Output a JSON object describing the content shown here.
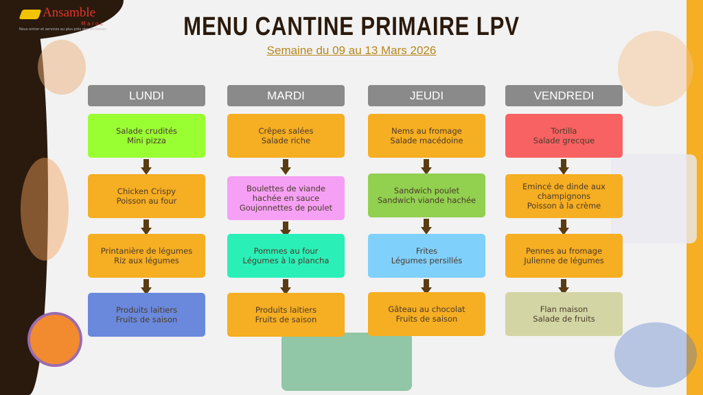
{
  "logo": {
    "name": "Ansamble",
    "sub": "Maroc",
    "tagline": "Nous entrer et services au plus près des territoires"
  },
  "header": {
    "title": "MENU CANTINE PRIMAIRE LPV",
    "subtitle": "Semaine du 09 au 13 Mars 2026"
  },
  "days": [
    {
      "label": "LUNDI",
      "meals": [
        {
          "lines": [
            "Salade  crudités",
            "Mini pizza"
          ],
          "color": "#99ff33"
        },
        {
          "lines": [
            "Chicken Crispy",
            "Poisson au four"
          ],
          "color": "#f6ae22"
        },
        {
          "lines": [
            "Printanière de légumes",
            "Riz aux légumes"
          ],
          "color": "#f6ae22"
        },
        {
          "lines": [
            "Produits laitiers",
            "Fruits de saison"
          ],
          "color": "#6a89dd"
        }
      ]
    },
    {
      "label": "MARDI",
      "meals": [
        {
          "lines": [
            "Crêpes salées",
            "Salade riche"
          ],
          "color": "#f6ae22"
        },
        {
          "lines": [
            "Boulettes de viande",
            "hachée en sauce",
            "Goujonnettes de poulet"
          ],
          "color": "#f5a0f5"
        },
        {
          "lines": [
            "Pommes au four",
            "Légumes à la plancha"
          ],
          "color": "#2af0b8"
        },
        {
          "lines": [
            "Produits laitiers",
            "Fruits de saison"
          ],
          "color": "#f6ae22"
        }
      ]
    },
    {
      "label": "JEUDI",
      "meals": [
        {
          "lines": [
            "Nems au fromage",
            "Salade macédoine"
          ],
          "color": "#f6ae22"
        },
        {
          "lines": [
            "Sandwich poulet",
            "Sandwich viande hachée"
          ],
          "color": "#92d050"
        },
        {
          "lines": [
            "Frites",
            "Légumes persillés"
          ],
          "color": "#80d0fc"
        },
        {
          "lines": [
            "Gâteau au chocolat",
            "Fruits de saison"
          ],
          "color": "#f6ae22"
        }
      ]
    },
    {
      "label": "VENDREDI",
      "meals": [
        {
          "lines": [
            "Tortilla",
            "Salade grecque"
          ],
          "color": "#f96262"
        },
        {
          "lines": [
            "Emincé de dinde aux",
            "champignons",
            "Poisson à la crème"
          ],
          "color": "#f6ae22"
        },
        {
          "lines": [
            "Pennes au fromage",
            "Julienne de légumes"
          ],
          "color": "#f6ae22"
        },
        {
          "lines": [
            "Flan maison",
            "Salade de fruits"
          ],
          "color": "#d3d6a4"
        }
      ]
    }
  ]
}
